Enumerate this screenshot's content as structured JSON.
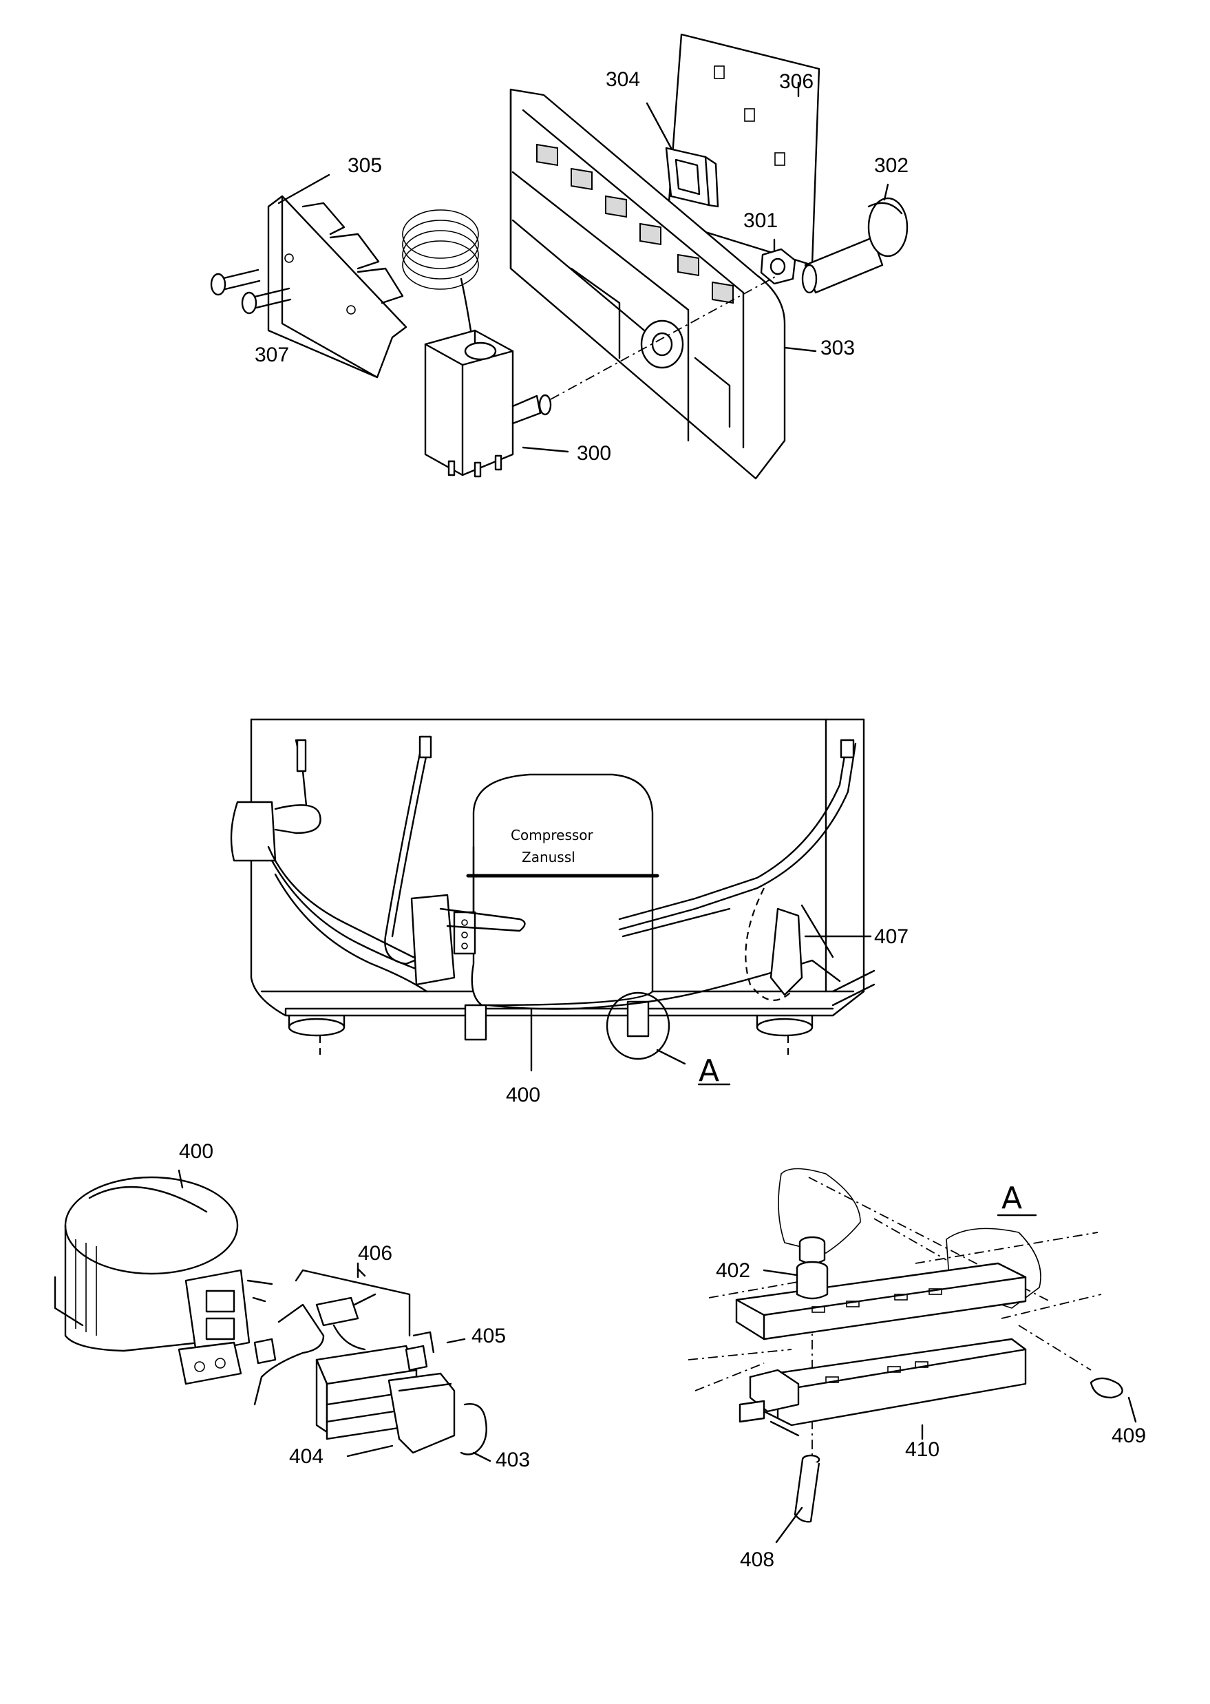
{
  "diagram": {
    "part_labels": {
      "p300": "300",
      "p301": "301",
      "p302": "302",
      "p303": "303",
      "p304": "304",
      "p305": "305",
      "p306": "306",
      "p307": "307",
      "p400_top": "400",
      "p407": "407",
      "detail_marker": "A",
      "p400_bottom": "400",
      "p406": "406",
      "p405": "405",
      "p404": "404",
      "p403": "403",
      "detail_title": "A",
      "p402": "402",
      "p409": "409",
      "p410": "410",
      "p408": "408"
    },
    "compressor_text": {
      "line1": "Compressor",
      "line2": "Zanussl"
    }
  }
}
